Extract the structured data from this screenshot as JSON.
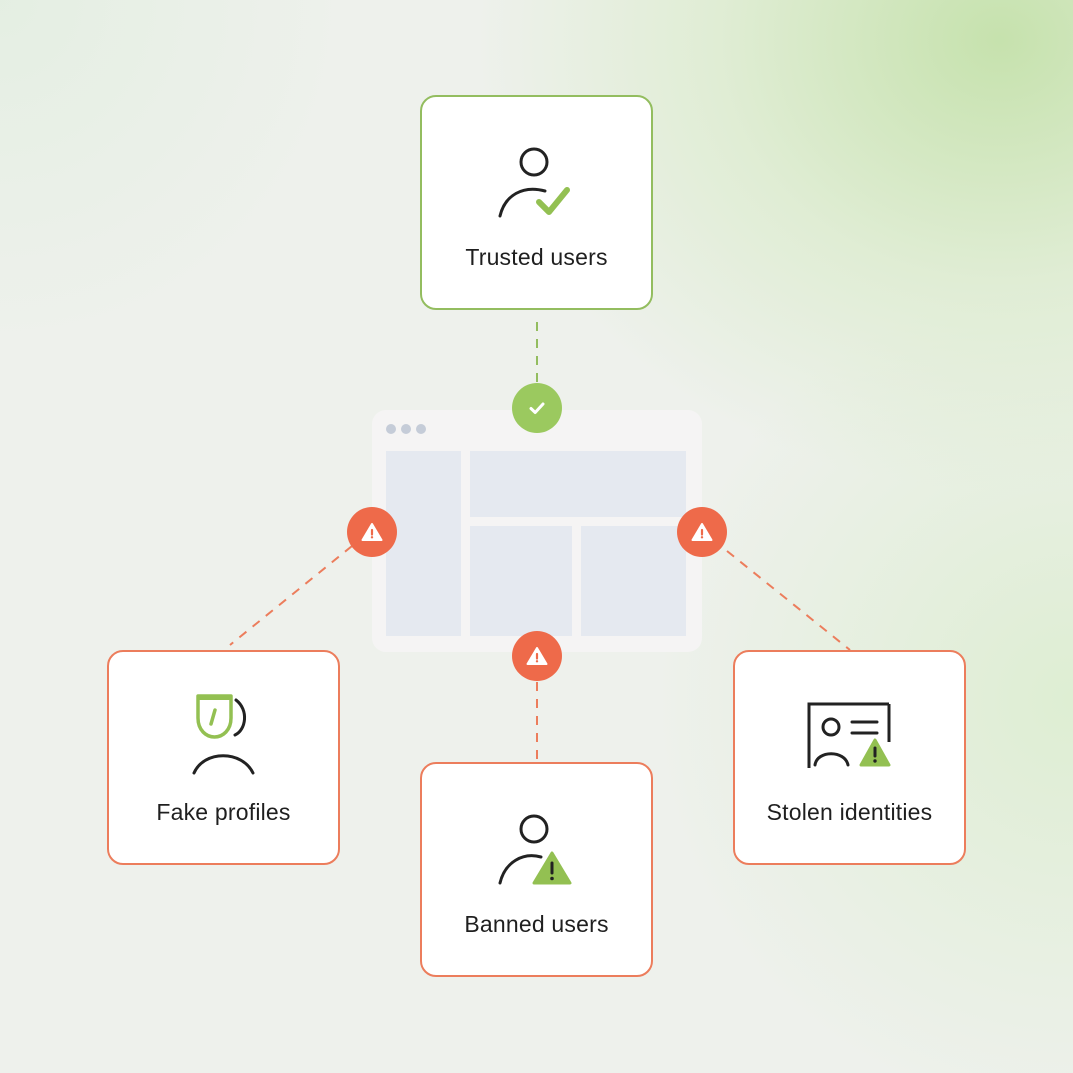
{
  "colors": {
    "trusted": "#93bd5f",
    "threat": "#ec7d5c",
    "badge_ok": "#9bc95f",
    "badge_bad": "#ee6a4a",
    "window_bg": "#f5f4f4",
    "pane_bg": "#e5e9f0"
  },
  "nodes": {
    "trusted": {
      "label": "Trusted users",
      "icon": "user-check-icon",
      "status": "trusted"
    },
    "fake": {
      "label": "Fake profiles",
      "icon": "masked-user-icon",
      "status": "threat"
    },
    "banned": {
      "label": "Banned users",
      "icon": "user-warning-icon",
      "status": "threat"
    },
    "stolen": {
      "label": "Stolen identities",
      "icon": "id-card-warning-icon",
      "status": "threat"
    }
  },
  "center": {
    "icon": "app-window-icon"
  },
  "badges": {
    "top": "check-badge-icon",
    "left": "warning-badge-icon",
    "right": "warning-badge-icon",
    "bottom": "warning-badge-icon"
  }
}
